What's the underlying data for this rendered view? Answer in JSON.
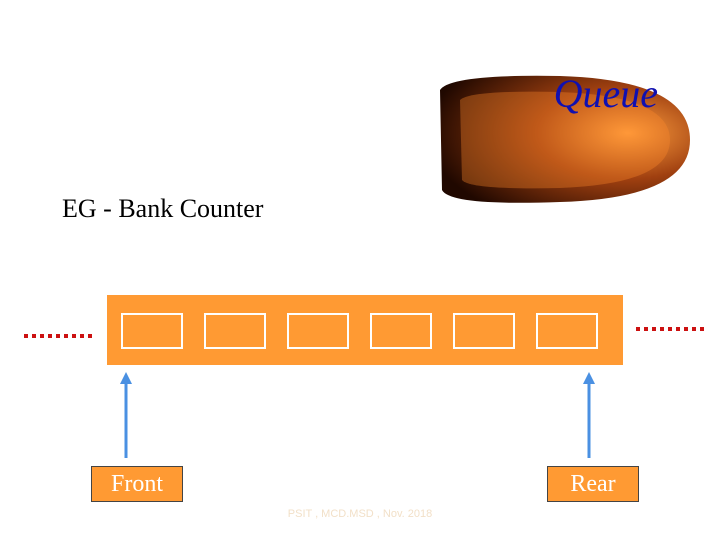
{
  "title": "Queue",
  "subtitle": "EG - Bank Counter",
  "queue": {
    "slot_count": 6
  },
  "labels": {
    "front": "Front",
    "rear": "Rear"
  },
  "footer": "PSIT , MCD.MSD , Nov. 2018",
  "colors": {
    "title": "#1010b0",
    "queue_fill": "#ff9a33",
    "arrow": "#4a90e2",
    "dots": "#cc1111"
  }
}
